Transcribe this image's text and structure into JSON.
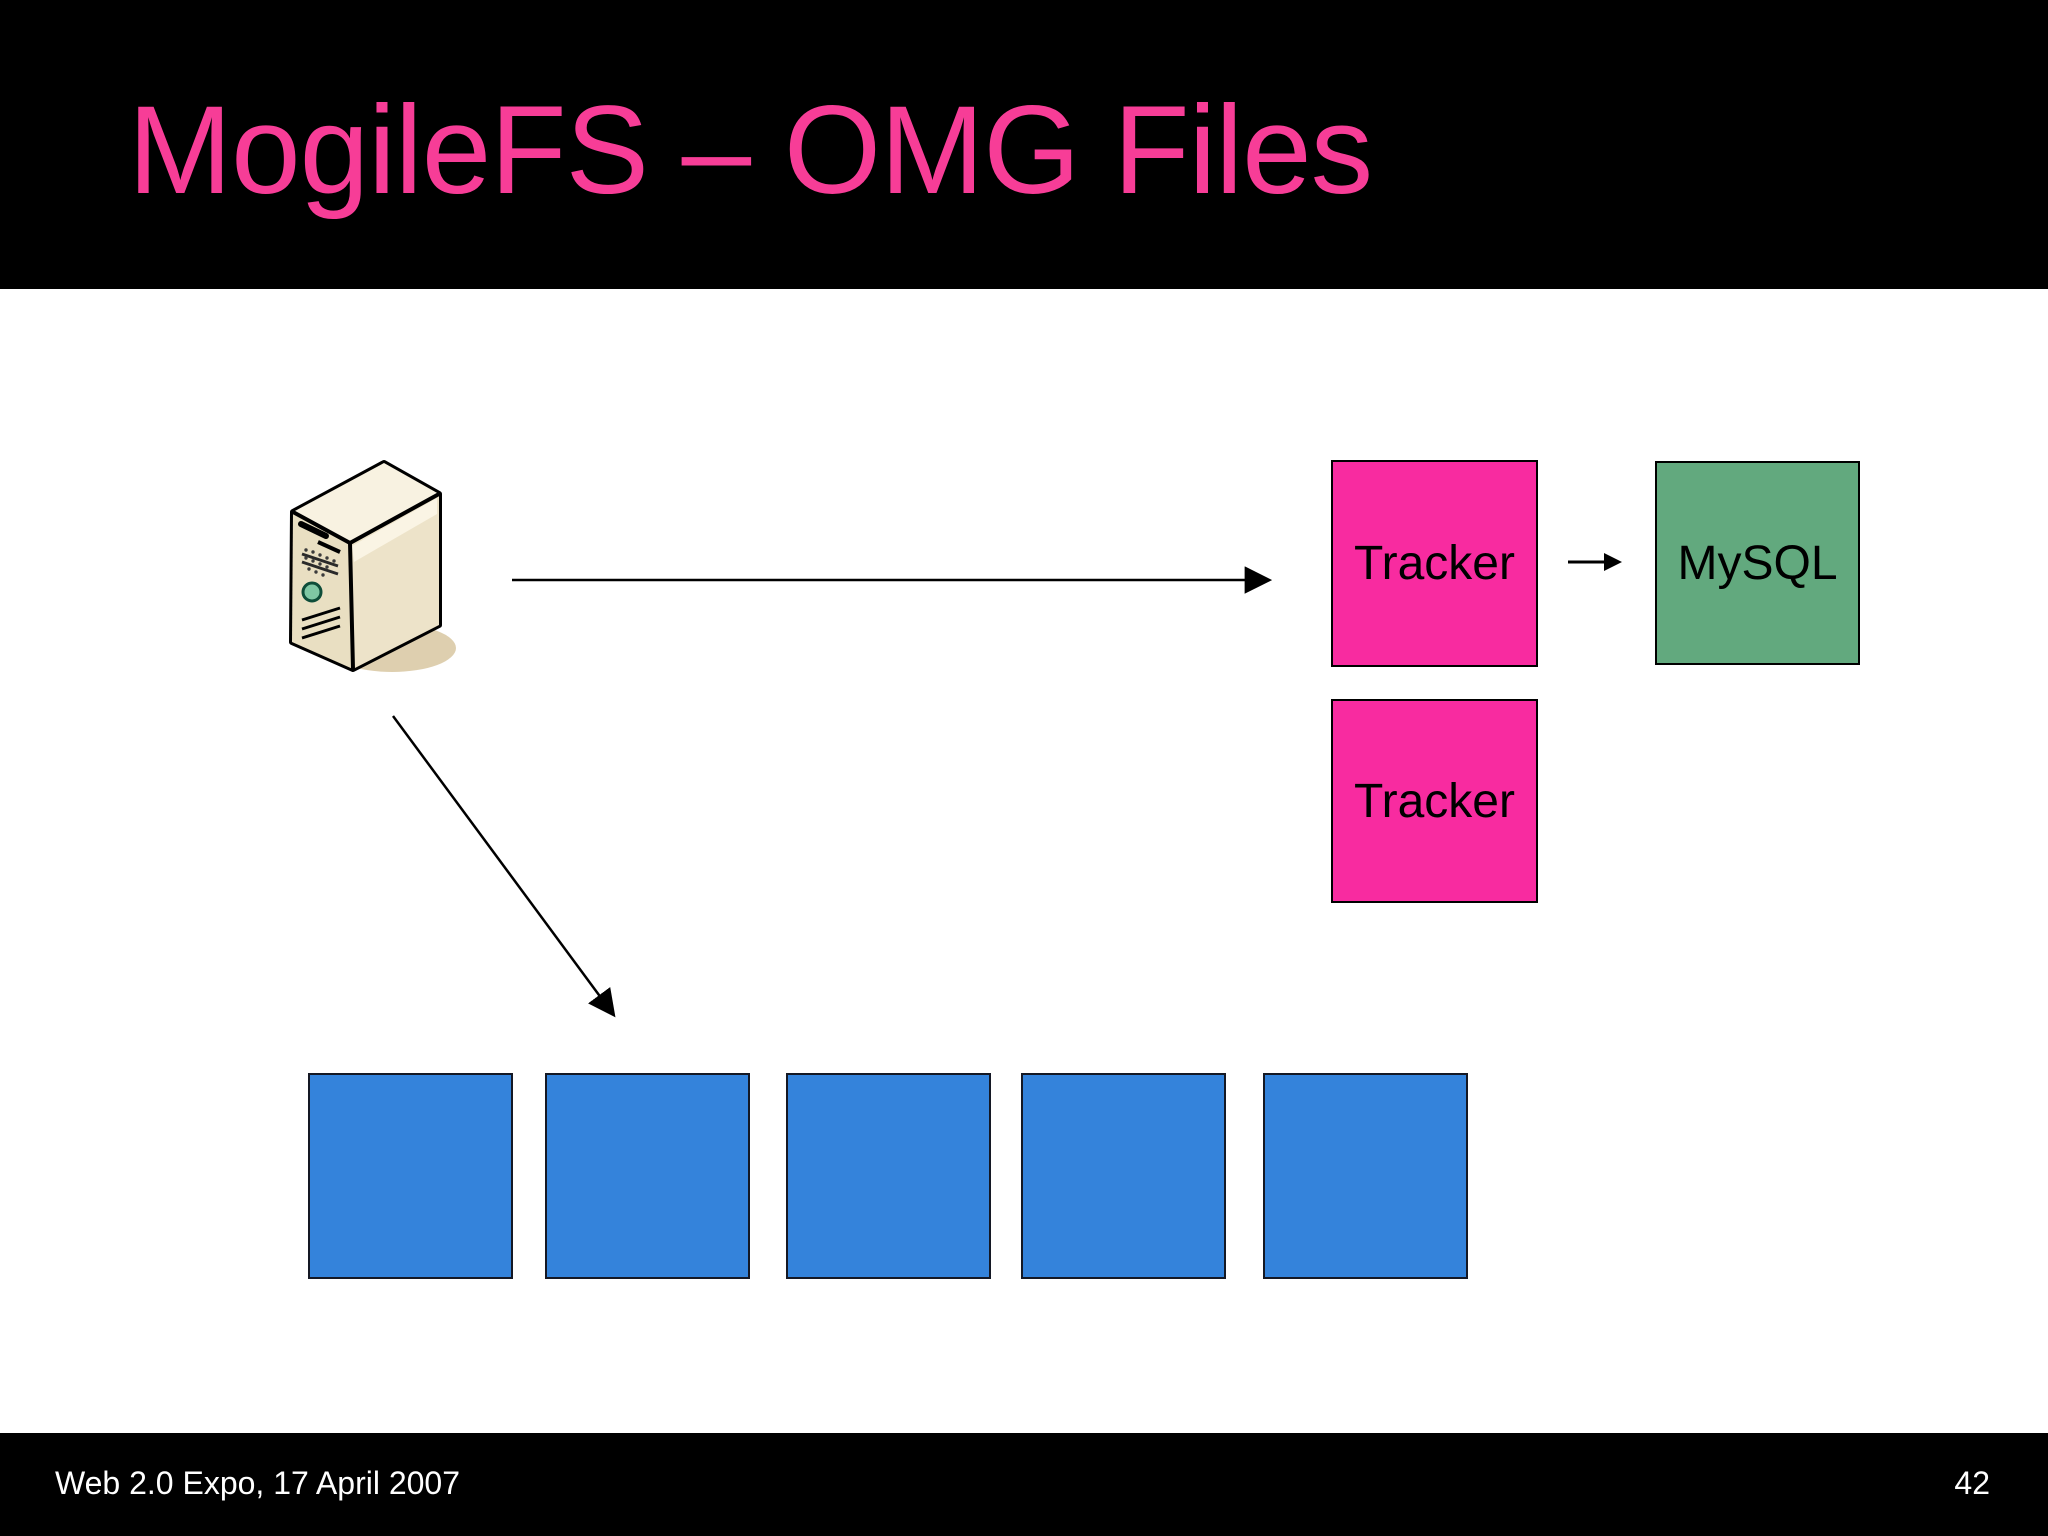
{
  "title": "MogileFS – OMG Files",
  "diagram": {
    "client": {
      "icon": "server-tower-icon"
    },
    "trackers": [
      {
        "label": "Tracker"
      },
      {
        "label": "Tracker"
      }
    ],
    "database": {
      "label": "MySQL"
    },
    "storage_node_count": 5,
    "edges": [
      {
        "from": "client",
        "to": "tracker-1",
        "type": "arrow"
      },
      {
        "from": "tracker-1",
        "to": "mysql",
        "type": "arrow"
      },
      {
        "from": "client",
        "to": "storage-nodes",
        "type": "arrow"
      }
    ],
    "colors": {
      "tracker_pink": "#F82BA0",
      "mysql_green": "#62A97E",
      "storage_blue": "#3483DB",
      "title_pink": "#F73D97",
      "bar_black": "#000000"
    }
  },
  "footer": {
    "left": "Web 2.0 Expo, 17 April 2007",
    "page_number": "42"
  }
}
